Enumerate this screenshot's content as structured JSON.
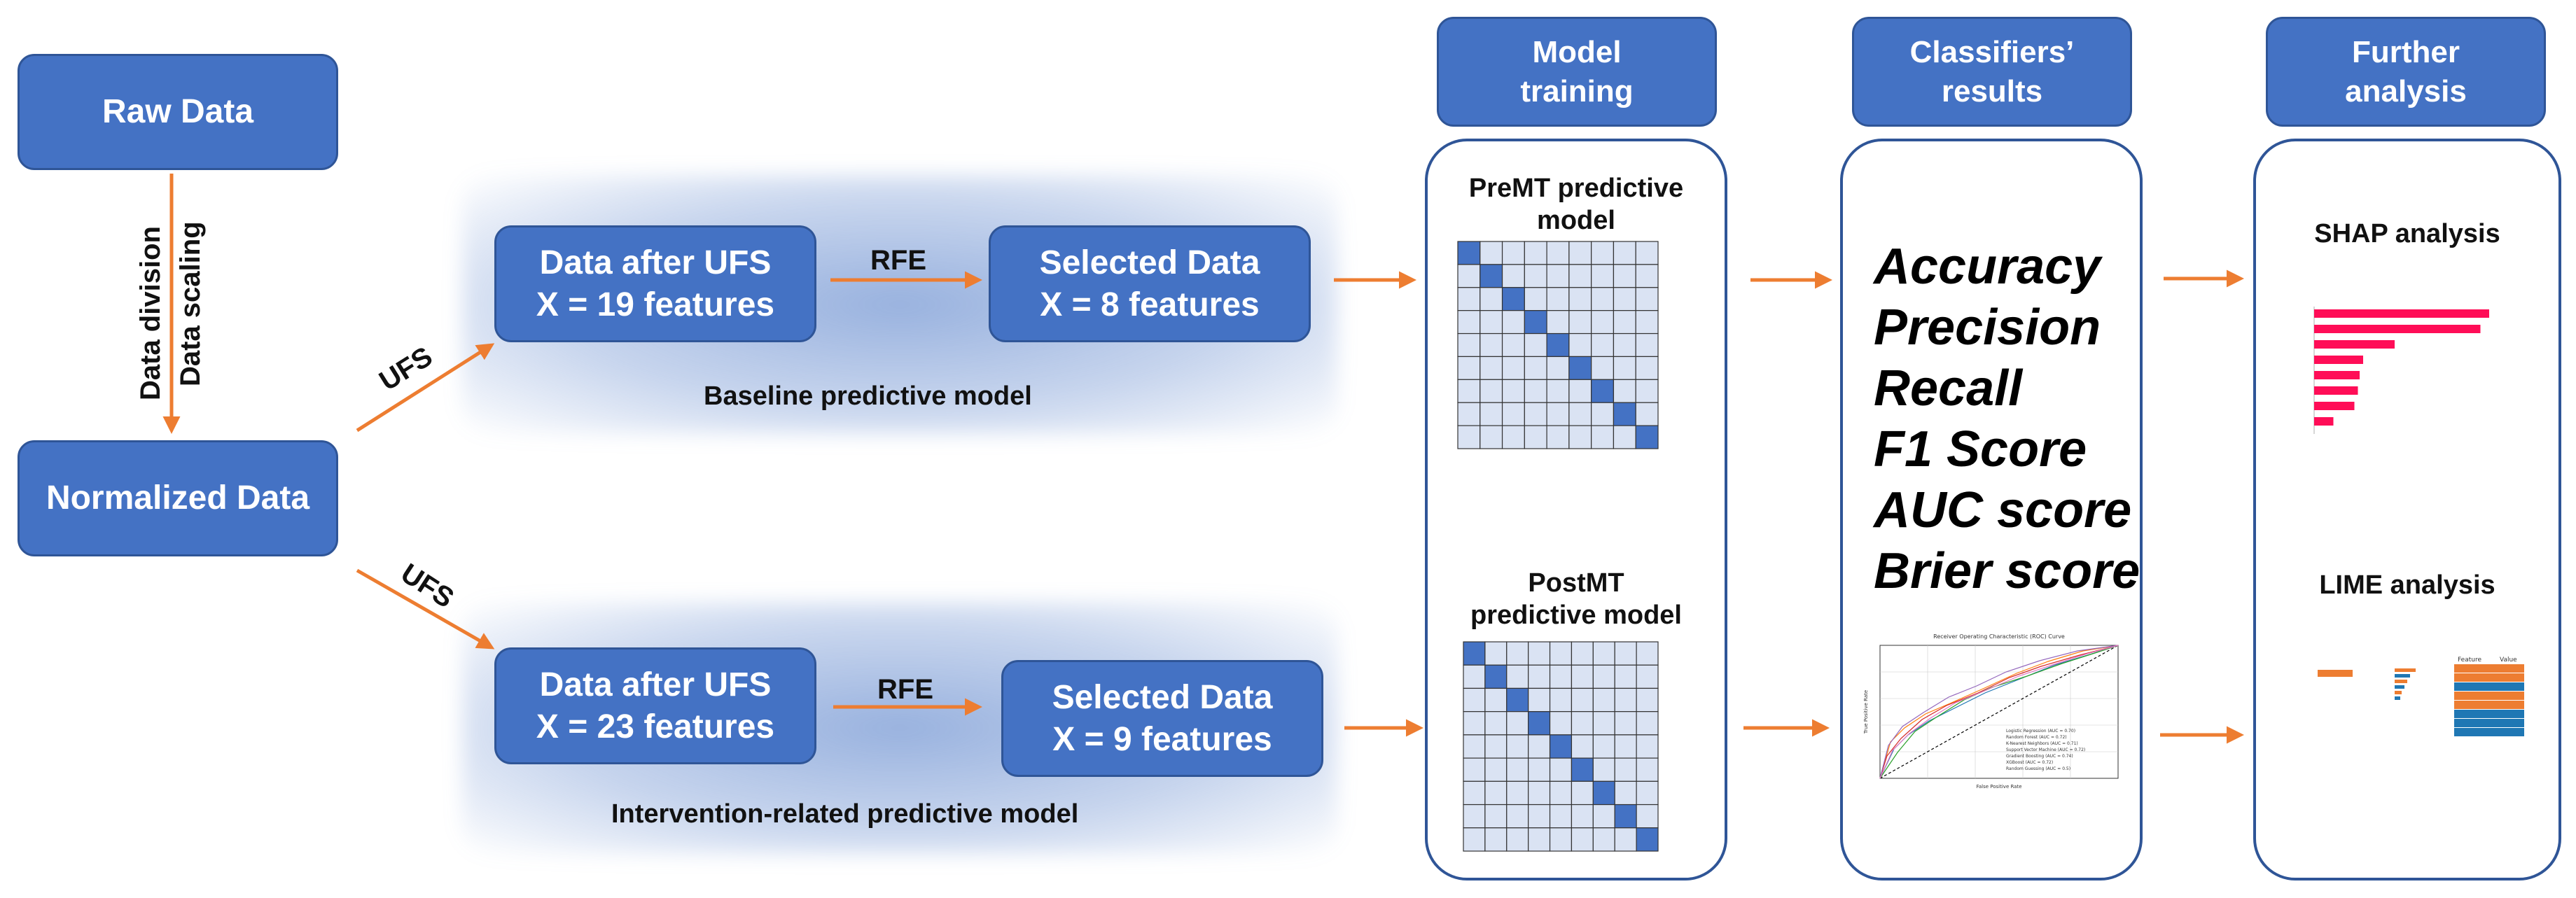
{
  "raw_data": "Raw Data",
  "normalized_data": "Normalized Data",
  "data_division": "Data division",
  "data_scaling": "Data scaling",
  "ufs_label": "UFS",
  "rfe_label": "RFE",
  "baseline": {
    "ufs_box": [
      "Data after UFS",
      "X = 19 features"
    ],
    "selected_box": [
      "Selected Data",
      "X = 8 features"
    ],
    "caption": "Baseline predictive model"
  },
  "intervention": {
    "ufs_box": [
      "Data after UFS",
      "X = 23 features"
    ],
    "selected_box": [
      "Selected Data",
      "X = 9 features"
    ],
    "caption": "Intervention-related predictive model"
  },
  "headers": {
    "model_training": [
      "Model",
      "training"
    ],
    "classifiers_results": [
      "Classifiers’",
      "results"
    ],
    "further_analysis": [
      "Further",
      "analysis"
    ]
  },
  "premt_title": [
    "PreMT predictive",
    "model"
  ],
  "postmt_title": [
    "PostMT",
    "predictive model"
  ],
  "metrics": [
    "Accuracy",
    "Precision",
    "Recall",
    "F1 Score",
    "AUC score",
    "Brier score"
  ],
  "shap_title": "SHAP analysis",
  "lime_title": "LIME analysis",
  "roc": {
    "title": "Receiver Operating Characteristic (ROC) Curve",
    "xlabel": "False Positive Rate",
    "ylabel": "True Positive Rate",
    "legend": [
      "Logistic Regression (AUC = 0.70)",
      "Random Forest (AUC = 0.72)",
      "K-Nearest Neighbors (AUC = 0.71)",
      "Support Vector Machine (AUC = 0.72)",
      "Gradient Boosting (AUC = 0.74)",
      "XGBoost (AUC = 0.72)",
      "Random Guessing (AUC = 0.5)"
    ]
  },
  "lime_table": {
    "headers": [
      "Feature",
      "Value"
    ]
  },
  "colors": {
    "box_fill": "#4472c4",
    "box_border": "#2f5597",
    "arrow": "#ed7d31",
    "matrix_cell": "#dae3f3",
    "matrix_diag": "#4472c4",
    "shap_bar": "#ff0d57"
  }
}
